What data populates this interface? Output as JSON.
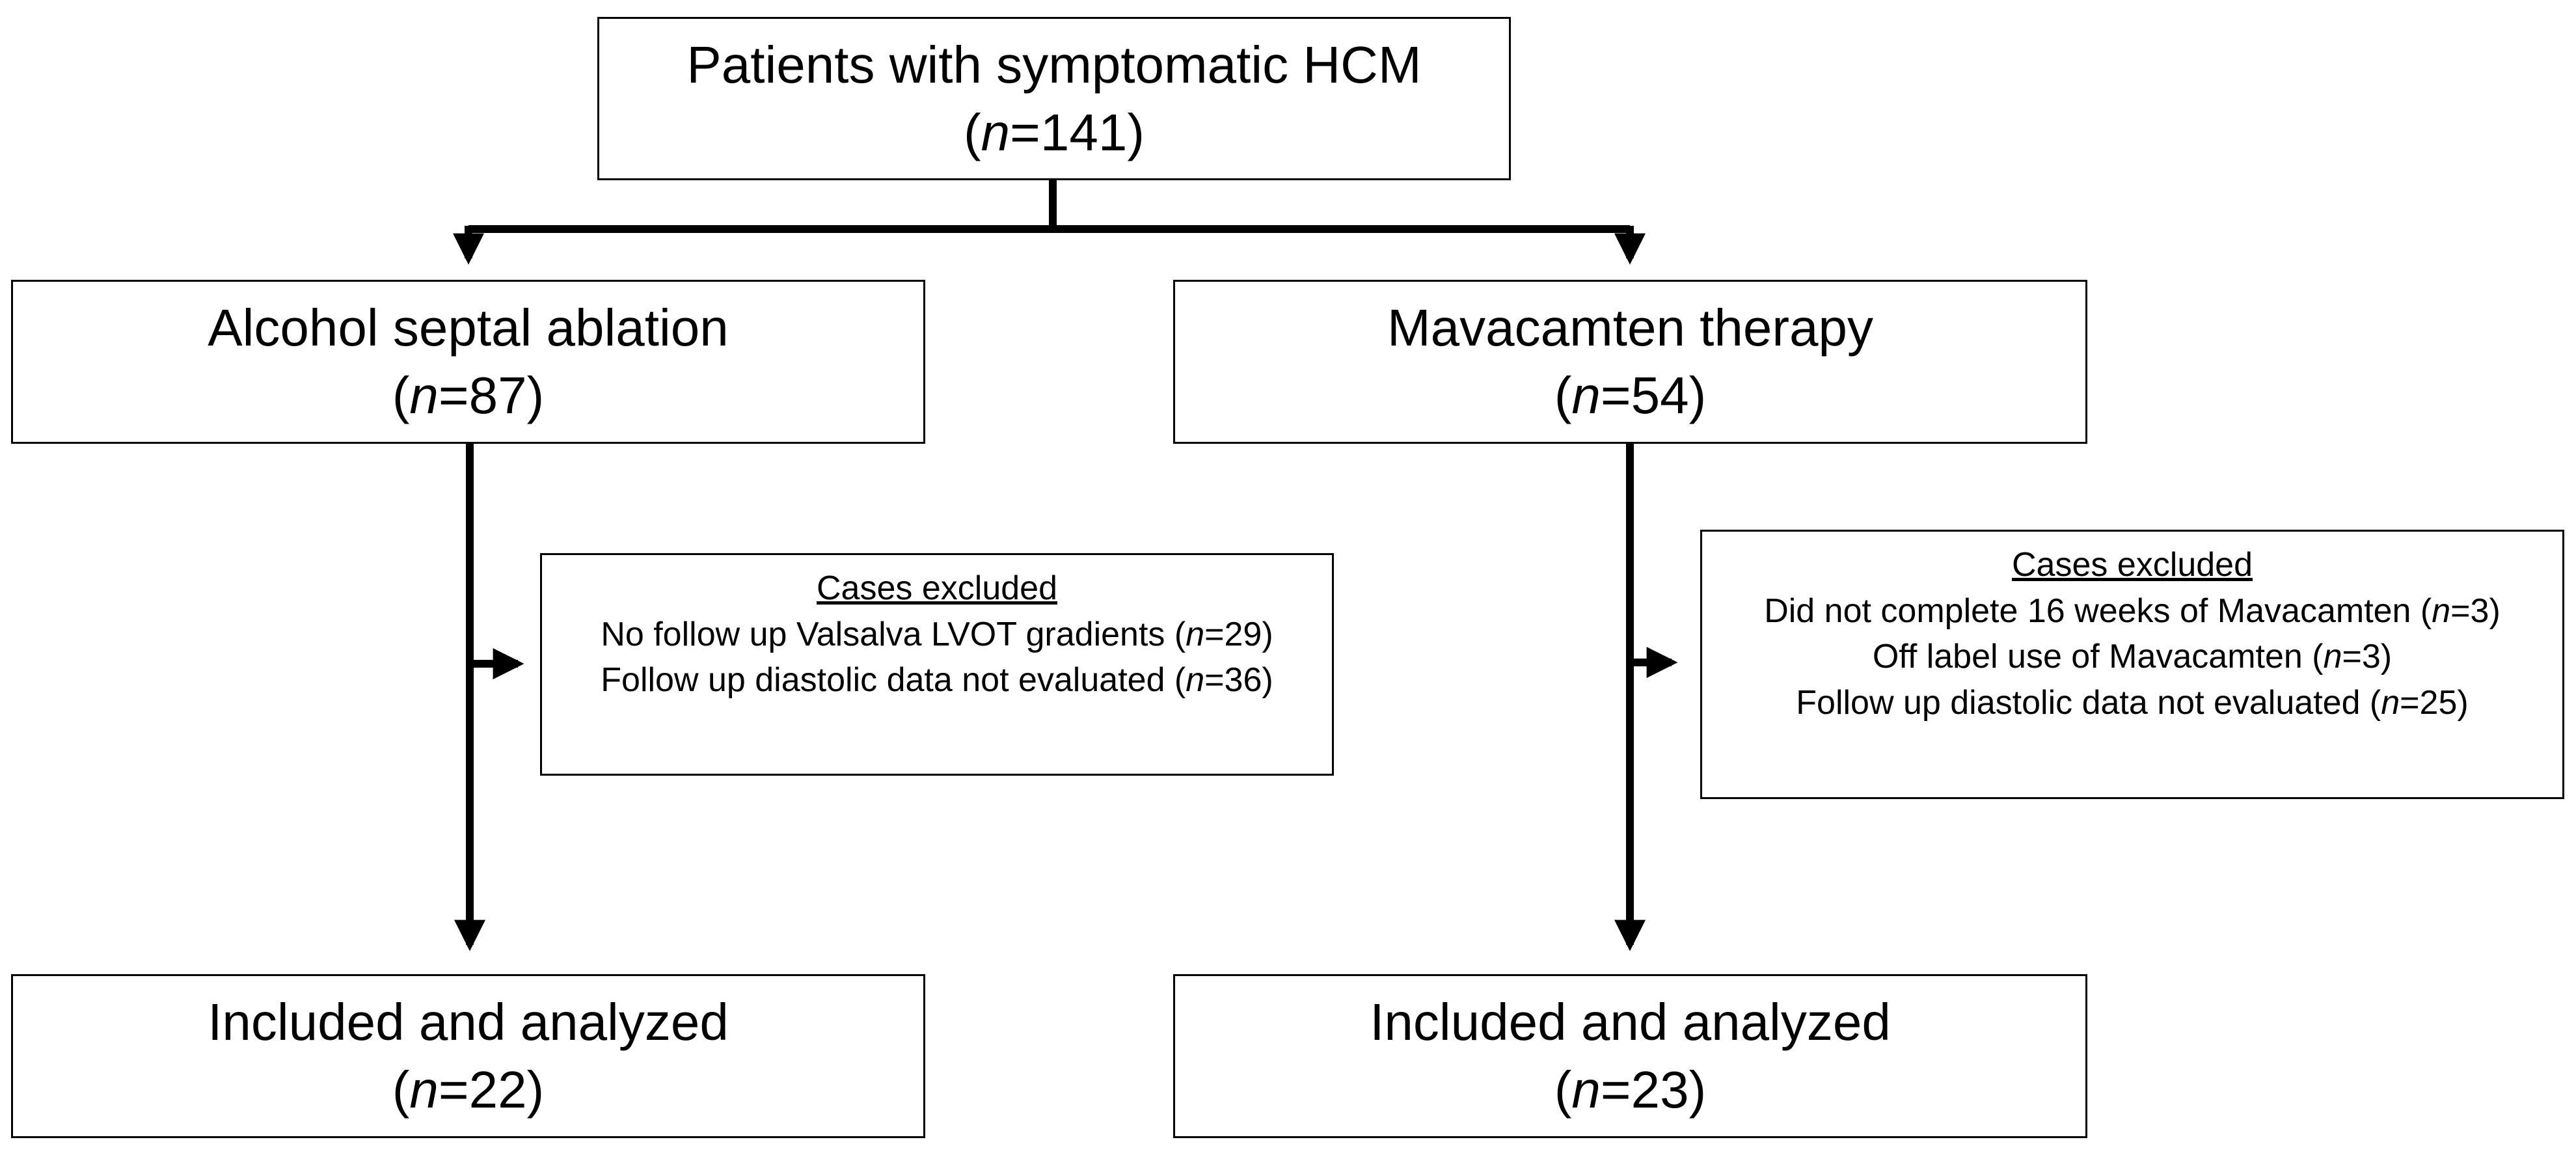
{
  "top": {
    "title": "Patients with symptomatic HCM",
    "n_label": "n",
    "n_value": "=141"
  },
  "left_branch": {
    "group": {
      "title": "Alcohol septal ablation",
      "n_label": "n",
      "n_value": "=87"
    },
    "excluded": {
      "title": "Cases excluded",
      "items": [
        {
          "text": "No follow up Valsalva LVOT gradients",
          "n_label": "n",
          "n_value": "=29"
        },
        {
          "text": "Follow up diastolic data not evaluated",
          "n_label": "n",
          "n_value": "=36"
        }
      ]
    },
    "final": {
      "title": "Included and analyzed",
      "n_label": "n",
      "n_value": "=22"
    }
  },
  "right_branch": {
    "group": {
      "title": "Mavacamten therapy",
      "n_label": "n",
      "n_value": "=54"
    },
    "excluded": {
      "title": "Cases excluded",
      "items": [
        {
          "text": "Did not complete 16 weeks of Mavacamten",
          "n_label": "n",
          "n_value": "=3"
        },
        {
          "text": "Off label use of Mavacamten",
          "n_label": "n",
          "n_value": "=3"
        },
        {
          "text": "Follow up diastolic data not evaluated",
          "n_label": "n",
          "n_value": "=25"
        }
      ]
    },
    "final": {
      "title": "Included and analyzed",
      "n_label": "n",
      "n_value": "=23"
    }
  }
}
